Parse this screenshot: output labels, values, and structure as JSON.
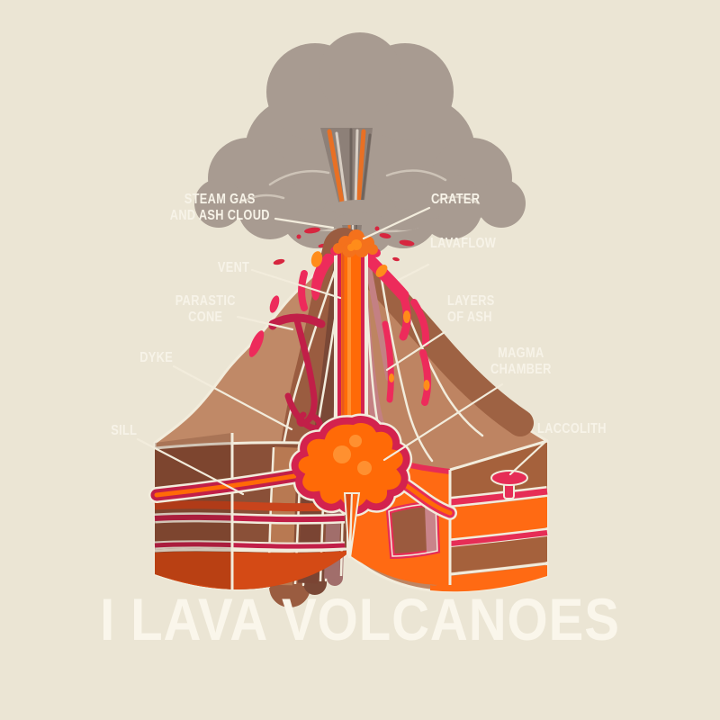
{
  "page": {
    "background": "#EBE5D4"
  },
  "title": {
    "text": "I LAVA VOLCANOES",
    "color": "#FAF6EB"
  },
  "diagram": {
    "description": "Cutaway cross-section diagram of an erupting volcano",
    "label_color": "#F7F3E8",
    "leader_line_color": "#F2ECDC",
    "labels": [
      {
        "id": "steam-gas-ash-cloud",
        "lines": [
          "STEAM GAS",
          "AND ASH CLOUD"
        ]
      },
      {
        "id": "crater",
        "lines": [
          "CRATER"
        ]
      },
      {
        "id": "lavaflow",
        "lines": [
          "LAVAFLOW"
        ]
      },
      {
        "id": "vent",
        "lines": [
          "VENT"
        ]
      },
      {
        "id": "parastic-cone",
        "lines": [
          "PARASTIC",
          "CONE"
        ]
      },
      {
        "id": "layers-of-ash",
        "lines": [
          "LAYERS",
          "OF ASH"
        ]
      },
      {
        "id": "dyke",
        "lines": [
          "DYKE"
        ]
      },
      {
        "id": "magma-chamber",
        "lines": [
          "MAGMA",
          "CHAMBER"
        ]
      },
      {
        "id": "sill",
        "lines": [
          "SILL"
        ]
      },
      {
        "id": "laccolith",
        "lines": [
          "LACCOLITH"
        ]
      }
    ],
    "colors": {
      "background": "#EBE5D4",
      "ash_cloud": "#A89B91",
      "cloud_separation": "#CDC3B7",
      "column_gray": "#8D8078",
      "column_orange": "#E87024",
      "outline_cream": "#F2ECDC",
      "cone_tan_left": "#C08967",
      "cone_tan_right": "#BE8462",
      "rock_medium_brown": "#9A5C40",
      "rock_dark_brown": "#7A4836",
      "rock_mauve": "#A16E6B",
      "ash_layer_pink": "#C48083",
      "lava_crimson": "#ED2B5B",
      "sill_crimson": "#C11F48",
      "magma_orange": "#FF6A07",
      "magma_orange_light": "#FF9030",
      "basalt_orange_dark": "#D44A15",
      "block_orange_bright": "#FF6A13",
      "laccolith_pink": "#E62D56"
    }
  }
}
